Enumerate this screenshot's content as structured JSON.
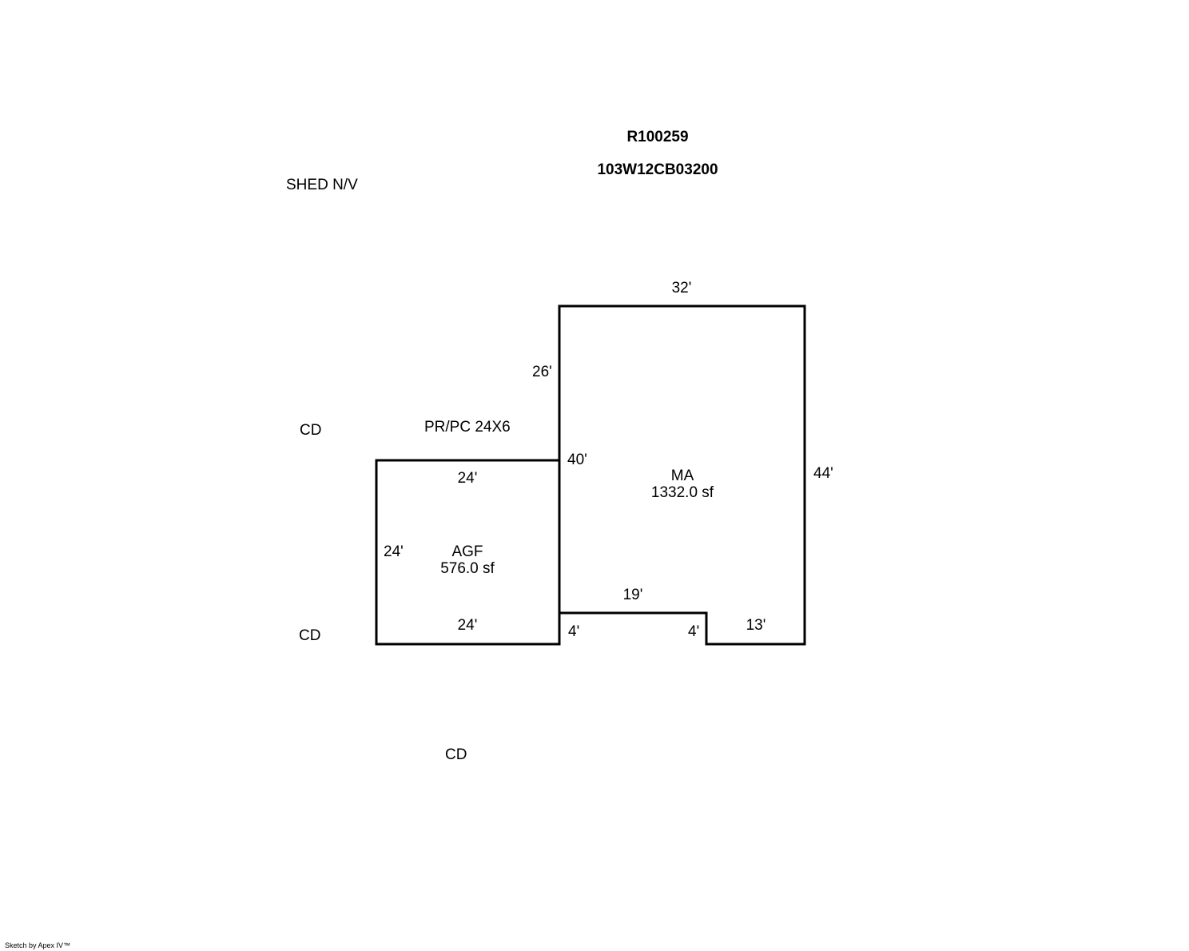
{
  "header": {
    "parcel_id": "R100259",
    "map_number": "103W12CB03200"
  },
  "notes": {
    "shed": "SHED N/V",
    "porch": "PR/PC 24X6",
    "cd_1": "CD",
    "cd_2": "CD",
    "cd_3": "CD"
  },
  "areas": {
    "main": {
      "code": "MA",
      "size": "1332.0 sf",
      "dims": {
        "top": "32'",
        "right": "44'",
        "upper_left": "26'",
        "lower_left": "40'",
        "notch_top": "19'",
        "notch_left": "4'",
        "notch_right": "4'",
        "bottom_right": "13'"
      }
    },
    "garage": {
      "code": "AGF",
      "size": "576.0 sf",
      "dims": {
        "top": "24'",
        "left": "24'",
        "bottom": "24'"
      }
    }
  },
  "footer": {
    "credit": "Sketch by Apex IV™"
  }
}
